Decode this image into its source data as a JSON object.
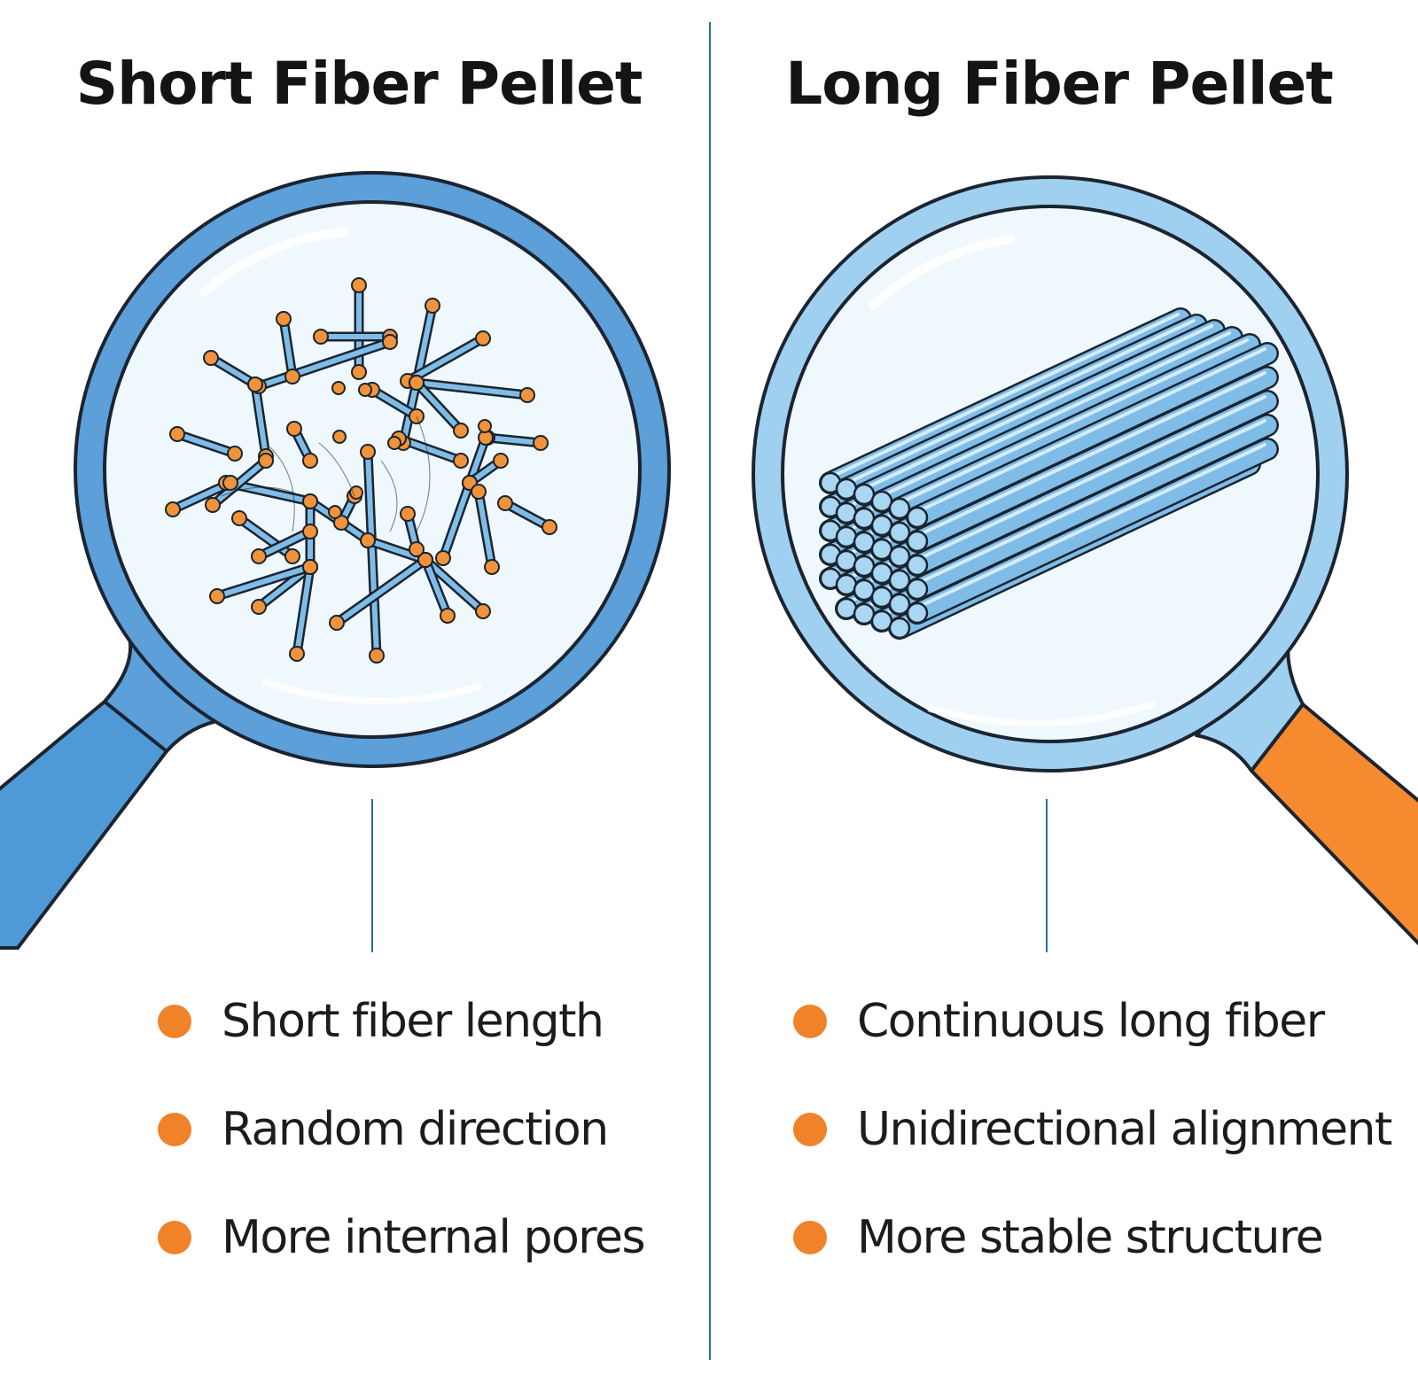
{
  "colors": {
    "background": "#ffffff",
    "title_text": "#141414",
    "body_text": "#1c1c1c",
    "divider": "#2a6f97",
    "lens_ring_left": "#5c9fd9",
    "lens_ring_right": "#9fd0f0",
    "lens_glass": "#eef8fd",
    "handle_left": "#4f9ad6",
    "handle_right": "#f58a2f",
    "fiber": "#7fbde8",
    "fiber_end": "#f0933a",
    "outline": "#1b2430",
    "bullet_dot": "#f0822a"
  },
  "panels": [
    {
      "id": "short",
      "title": "Short Fiber Pellet",
      "illustration": "magnifier-random-short-fibers",
      "handle_icon": "blue-handle",
      "bullets": [
        {
          "text": "Short fiber length"
        },
        {
          "text": "Random direction"
        },
        {
          "text": "More internal pores"
        }
      ]
    },
    {
      "id": "long",
      "title": "Long Fiber Pellet",
      "illustration": "magnifier-aligned-long-fiber-bundle",
      "handle_icon": "orange-handle",
      "bullets": [
        {
          "text": "Continuous long fiber"
        },
        {
          "text": "Unidirectional alignment"
        },
        {
          "text": "More stable structure"
        }
      ]
    }
  ]
}
